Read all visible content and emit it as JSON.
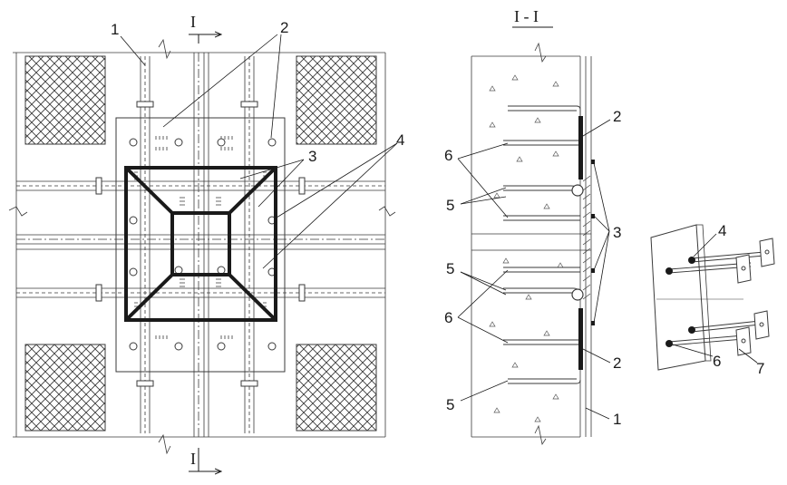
{
  "section_mark_top": "I",
  "section_mark_bottom": "I",
  "section_title": "I - I",
  "plan_labels": {
    "l1": "1",
    "l2": "2",
    "l3": "3",
    "l4": "4"
  },
  "section_labels": {
    "l2_top": "2",
    "l6_top": "6",
    "l5_top": "5",
    "l3": "3",
    "l5_mid": "5",
    "l6_mid": "6",
    "l2_bot": "2",
    "l5_bot": "5",
    "l1": "1"
  },
  "iso_labels": {
    "l4": "4",
    "l6": "6",
    "l7": "7"
  }
}
